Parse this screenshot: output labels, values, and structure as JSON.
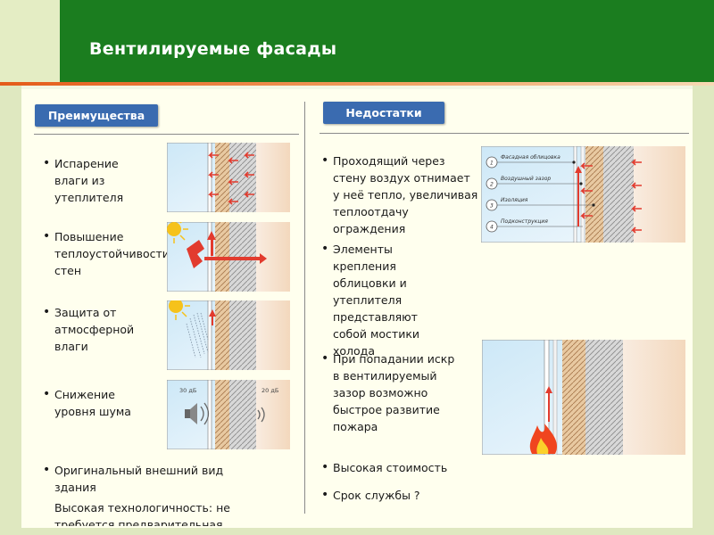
{
  "slide": {
    "title": "Вентилируемые фасады",
    "advantages_heading": "Преимущества",
    "disadvantages_heading": "Недостатки"
  },
  "advantages": [
    "Испарение влаги из утеплителя",
    "Повышение теплоустойчивости стен",
    "Защита от атмосферной влаги",
    "Снижение уровня шума",
    "Оригинальный внешний вид здания",
    "Высокая технологичность: не требуется предварительная"
  ],
  "disadvantages": [
    "Проходящий через стену воздух отнимает у неё тепло, увеличивая теплоотдачу ограждения",
    "Элементы крепления облицовки и утеплителя представляют собой мостики холода",
    "При попадании искр в вентилируемый зазор возможно быстрое развитие пожара",
    "Высокая стоимость",
    "Срок службы ?"
  ],
  "noise_diagram": {
    "left_level": "30 дБ",
    "right_level": "20 дБ"
  },
  "layers_diagram": {
    "labels": [
      "Фасадная облицовка",
      "Воздушный зазор",
      "Изоляция",
      "Подконструкция"
    ],
    "numbers": [
      "1",
      "2",
      "3",
      "4"
    ]
  },
  "colors": {
    "title_bg": "#1b7d1f",
    "heading_pill": "#3a6bb0",
    "arrow": "#e23b2e",
    "insulation": "#e8c9a1",
    "wall_hatch": "#b9b9b9",
    "accent_line": "#e45a1a"
  }
}
